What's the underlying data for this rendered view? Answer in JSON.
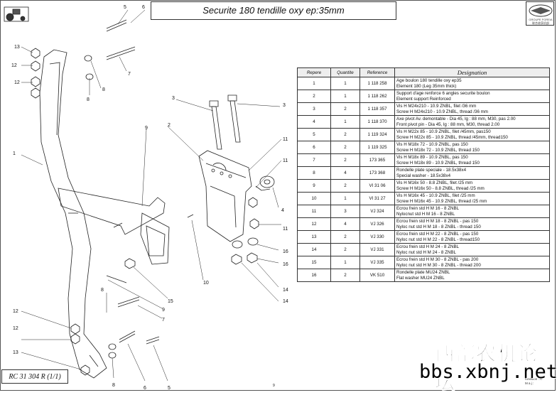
{
  "title": "Securite 180 tendille oxy ep:35mm",
  "logo": {
    "text_line1": "GROUPE FOREIA",
    "text_line2": "联合收获机部"
  },
  "table": {
    "headers": {
      "repere": "Repere",
      "quantite": "Quantite",
      "reference": "Reference",
      "designation": "Designation"
    },
    "rows": [
      {
        "repere": "1",
        "qty": "1",
        "ref": "1 118 258",
        "desc1": "Age boulon 180 tendille oxy ep35",
        "desc2": "Element 180 (Leg 35mm thick)"
      },
      {
        "repere": "2",
        "qty": "1",
        "ref": "1 118 262",
        "desc1": "Support d'age renforce 6 angles securite boulon",
        "desc2": "Element support Reinforced"
      },
      {
        "repere": "3",
        "qty": "2",
        "ref": "1 118 357",
        "desc1": "Vis H M24x210 - 10.9 ZNBL, filet /36 mm",
        "desc2": "Screw H M24x210 - 10.9 ZNBL, thread /36 mm"
      },
      {
        "repere": "4",
        "qty": "1",
        "ref": "1 118 370",
        "desc1": "Axe pivot Av. demontable - Dia 45, lg : 88 mm, M30, pas 2.00",
        "desc2": "Front pivot pin - Dia 45, lg : 88 mm, M30, thread 2.00"
      },
      {
        "repere": "5",
        "qty": "2",
        "ref": "1 119 324",
        "desc1": "Vis H M22x 85 - 10.9  ZNBL, filet /45mm, pas150",
        "desc2": "Screw H M22x 85 - 10.9  ZNBL, thread /45mm, thread150"
      },
      {
        "repere": "6",
        "qty": "2",
        "ref": "1 119 325",
        "desc1": "Vis H M18x 72 - 10.9 ZNBL, pas 150",
        "desc2": "Screw H M18x 72 - 10.9 ZNBL, thread 150"
      },
      {
        "repere": "7",
        "qty": "2",
        "ref": "173 365",
        "desc1": "Vis H M18x 89 - 10.9 ZNBL, pas 150",
        "desc2": "Screw H M18x 89 - 10.9 ZNBL, thread 150"
      },
      {
        "repere": "8",
        "qty": "4",
        "ref": "173 368",
        "desc1": "Rondelle plate speciale - 18.5x38x4",
        "desc2": "Special washer - 18.5x38x4"
      },
      {
        "repere": "9",
        "qty": "2",
        "ref": "VI 31 06",
        "desc1": "Vis H M16x 50 - 8.8 ZNBL, filet /25 mm",
        "desc2": "Screw H M16x 50 - 8.8 ZNBL, thread /25 mm"
      },
      {
        "repere": "10",
        "qty": "1",
        "ref": "VI 31 27",
        "desc1": "Vis H M16x 45 - 10.9 ZNBL, filet /25 mm",
        "desc2": "Screw H M16x 45 - 10.9 ZNBL, thread /25 mm"
      },
      {
        "repere": "11",
        "qty": "3",
        "ref": "VJ 324",
        "desc1": "Ecrou frein  std  H   M 16 - 8 ZNBL",
        "desc2": "Nylocnut  std  H   M 16 - 8 ZNBL"
      },
      {
        "repere": "12",
        "qty": "4",
        "ref": "VJ 326",
        "desc1": "Ecrou frein  std  H   M 18 - 8 ZNBL  - pas 150",
        "desc2": "Nyloc nut  std  H   M 18 - 8 ZNBL  - thread 150"
      },
      {
        "repere": "13",
        "qty": "2",
        "ref": "VJ 330",
        "desc1": "Ecrou frein  std  H   M 22 - 8 ZNBL  - pas 150",
        "desc2": "Nyloc nut  std  H   M 22 - 8 ZNBL  - thread150"
      },
      {
        "repere": "14",
        "qty": "2",
        "ref": "VJ 331",
        "desc1": "Ecrou frein  std  H   M 24 - 8 ZNBL",
        "desc2": "Nyloc nut  std  H   M 24 - 8 ZNBL"
      },
      {
        "repere": "15",
        "qty": "1",
        "ref": "VJ 335",
        "desc1": "Ecrou frein  std  H   M 30 - 8 ZNBL  - pas 200",
        "desc2": "Nyloc nut  std  H   M 30 - 8 ZNBL  - thread 200"
      },
      {
        "repere": "16",
        "qty": "2",
        "ref": "VK 510",
        "desc1": "Rondelle plate MU24  ZNBL",
        "desc2": "Flat washer MU24  ZNBL"
      }
    ]
  },
  "callouts": {
    "c5_top": "5",
    "c6_top": "6",
    "c13_a": "13",
    "c12_a": "12",
    "c8_a": "8",
    "c8_b": "8",
    "c7_a": "7",
    "c1": "1",
    "c9_a": "9",
    "c2": "2",
    "c3_a": "3",
    "c3_b": "3",
    "c11_a": "11",
    "c11_b": "11",
    "c11_c": "11",
    "c4": "4",
    "c16_a": "16",
    "c16_b": "16",
    "c14_a": "14",
    "c14_b": "14",
    "c10": "10",
    "c15": "15",
    "c9_b": "9",
    "c7_b": "7",
    "c8_c": "8",
    "c12_b": "12",
    "c13_b": "13",
    "c8_d": "8",
    "c6_bot": "6",
    "c5_bot": "5"
  },
  "reference_code": "RC 31 304 R (1/1)",
  "page_number": "9",
  "revision": {
    "line1": "Revision : A",
    "line2": "M a j :"
  },
  "watermark": {
    "chinese": "西部农机论坛",
    "url": "bbs.xbnj.net"
  }
}
